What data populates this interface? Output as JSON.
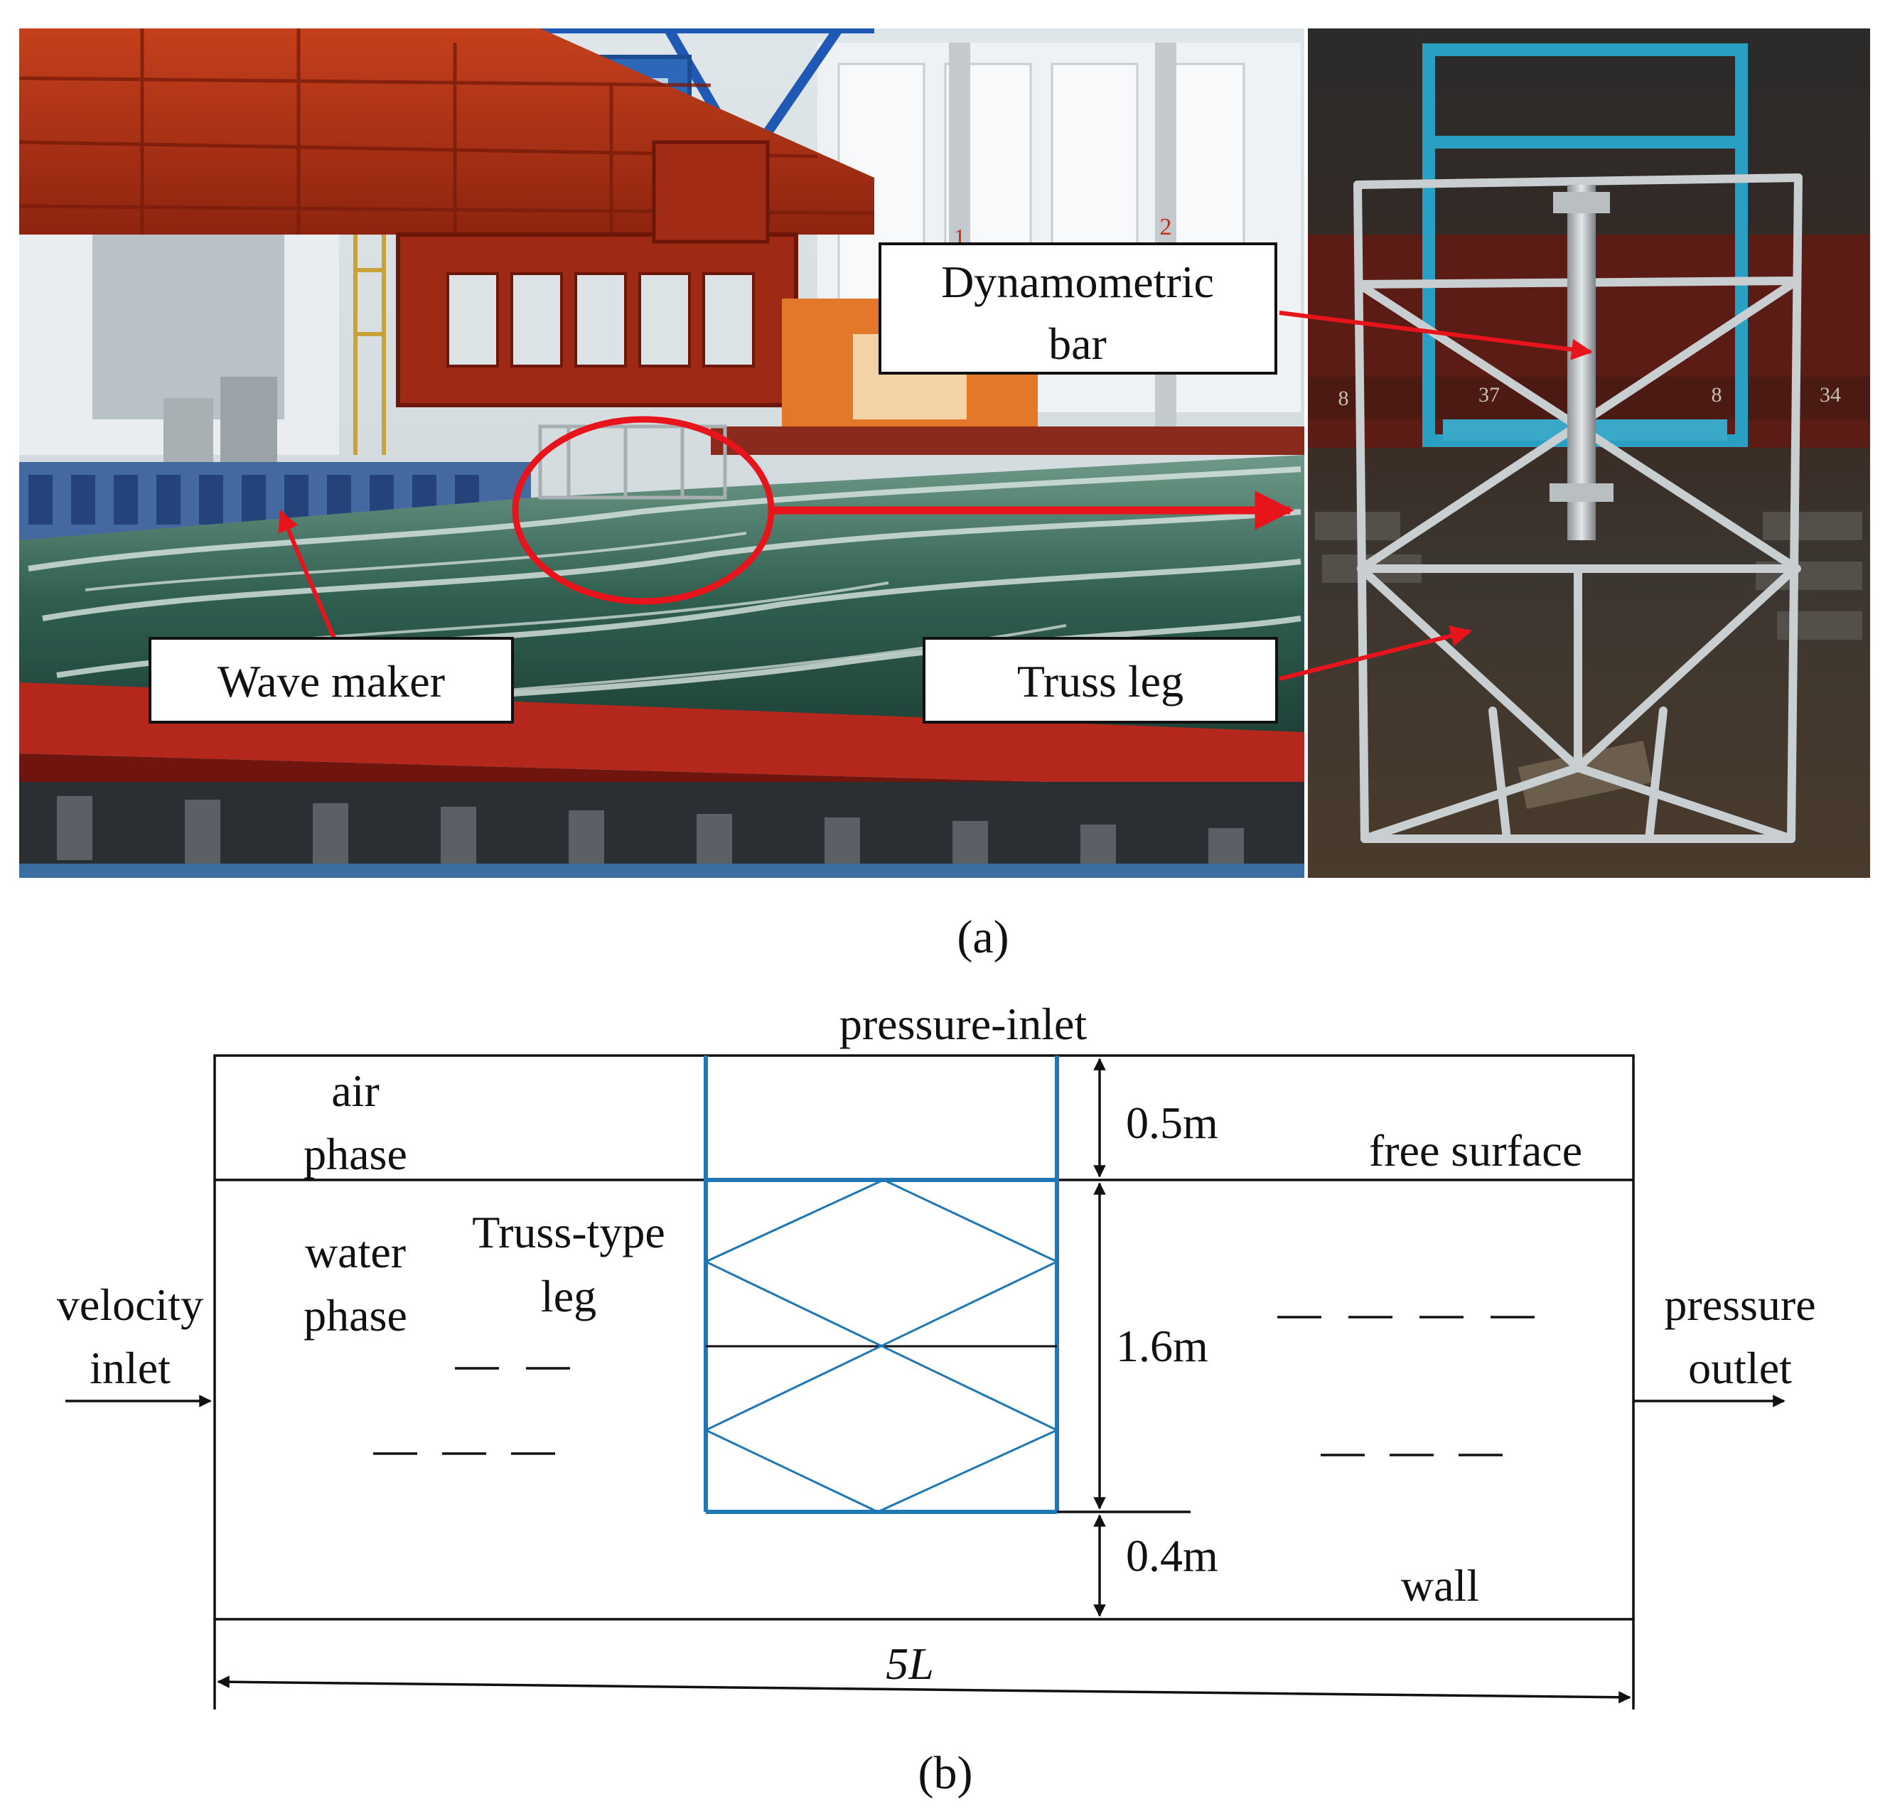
{
  "panel_a": {
    "caption": "(a)",
    "callouts": {
      "dynamometric_bar_line1": "Dynamometric",
      "dynamometric_bar_line2": "bar",
      "wave_maker": "Wave maker",
      "truss_leg": "Truss leg"
    },
    "photo_numbers": {
      "pillar_1": "1",
      "pillar_2": "2",
      "wall_a": "8",
      "wall_b": "37",
      "wall_c": "8",
      "wall_d": "34"
    }
  },
  "panel_b": {
    "caption": "(b)",
    "labels": {
      "pressure_inlet": "pressure-inlet",
      "air_phase_line1": "air",
      "air_phase_line2": "phase",
      "water_phase_line1": "water",
      "water_phase_line2": "phase",
      "truss_type_leg_line1": "Truss-type",
      "truss_type_leg_line2": "leg",
      "velocity_inlet_line1": "velocity",
      "velocity_inlet_line2": "inlet",
      "pressure_outlet_line1": "pressure",
      "pressure_outlet_line2": "outlet",
      "free_surface": "free surface",
      "wall": "wall",
      "dim_air": "0.5m",
      "dim_water": "1.6m",
      "dim_bottom": "0.4m",
      "dim_width": "5L"
    }
  },
  "colors": {
    "annotation_red": "#e8141c",
    "truss_blue": "#1f77b4"
  }
}
